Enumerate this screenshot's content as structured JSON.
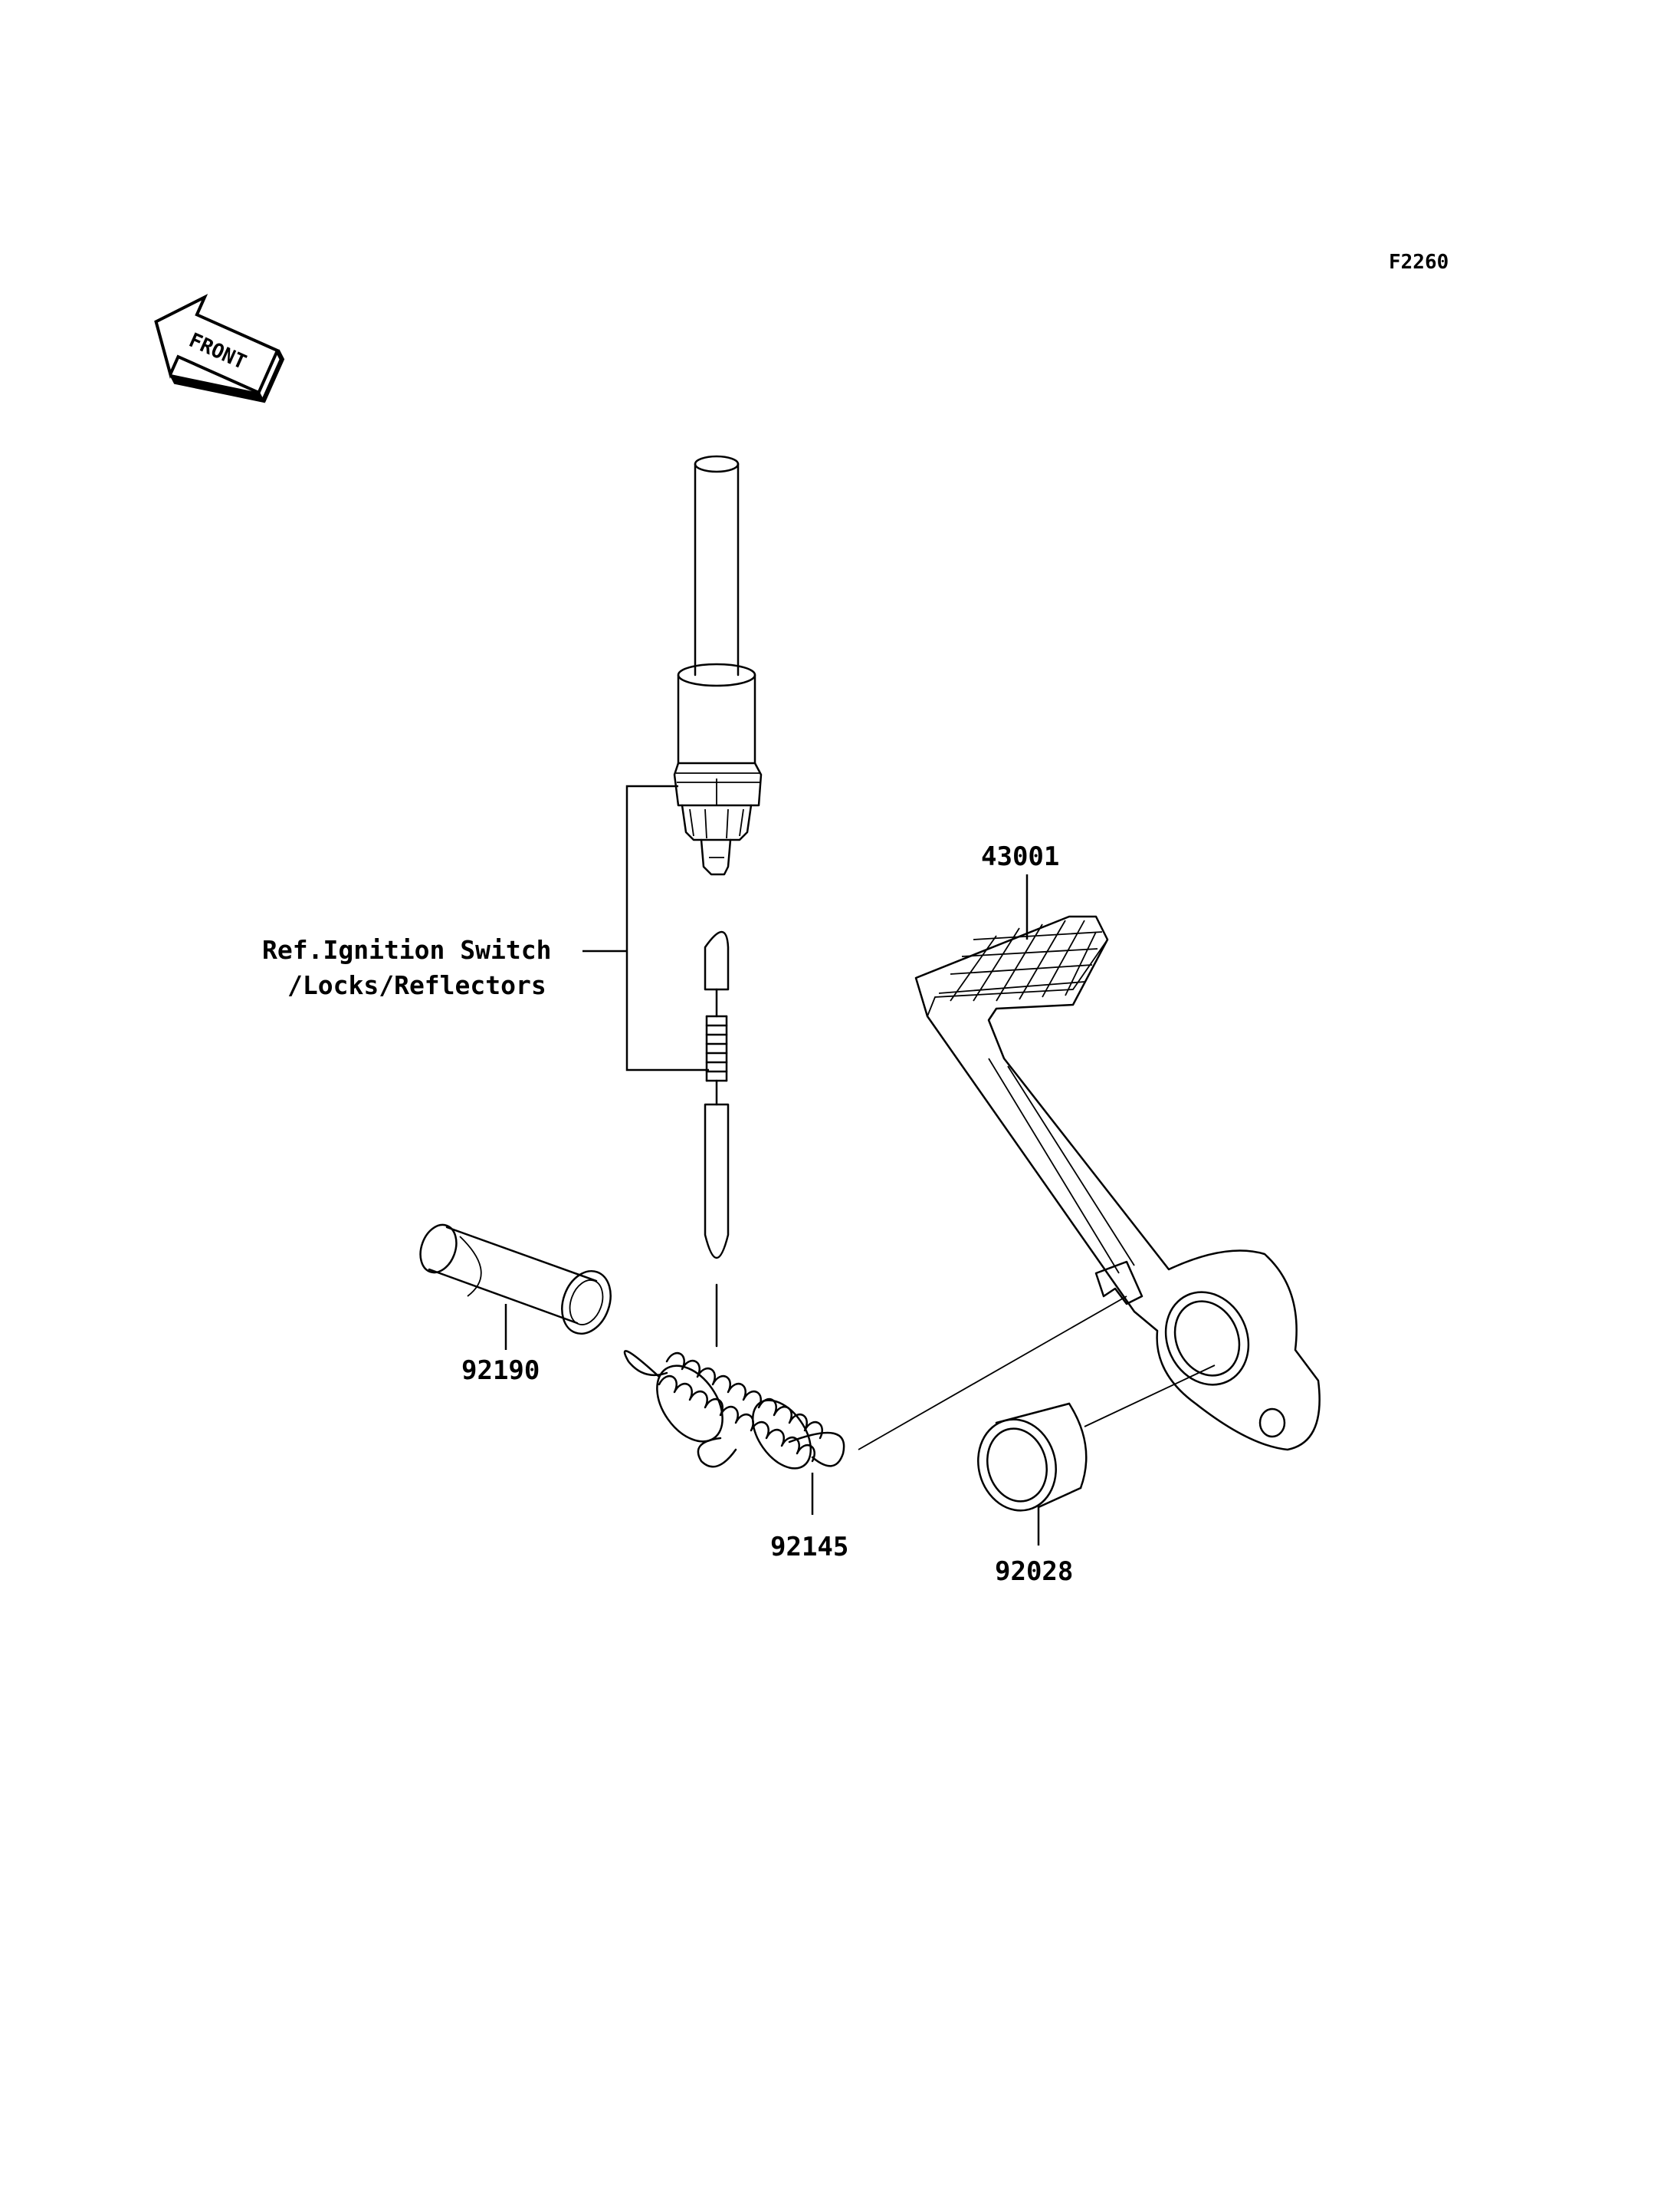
{
  "diagram": {
    "code": "F2260",
    "front_arrow": {
      "label": "FRONT",
      "icon": "front-direction-arrow-icon"
    },
    "reference": {
      "line1": "Ref.Ignition Switch",
      "line2": "/Locks/Reflectors"
    },
    "parts": [
      {
        "number": "43001"
      },
      {
        "number": "92190"
      },
      {
        "number": "92145"
      },
      {
        "number": "92028"
      }
    ]
  }
}
